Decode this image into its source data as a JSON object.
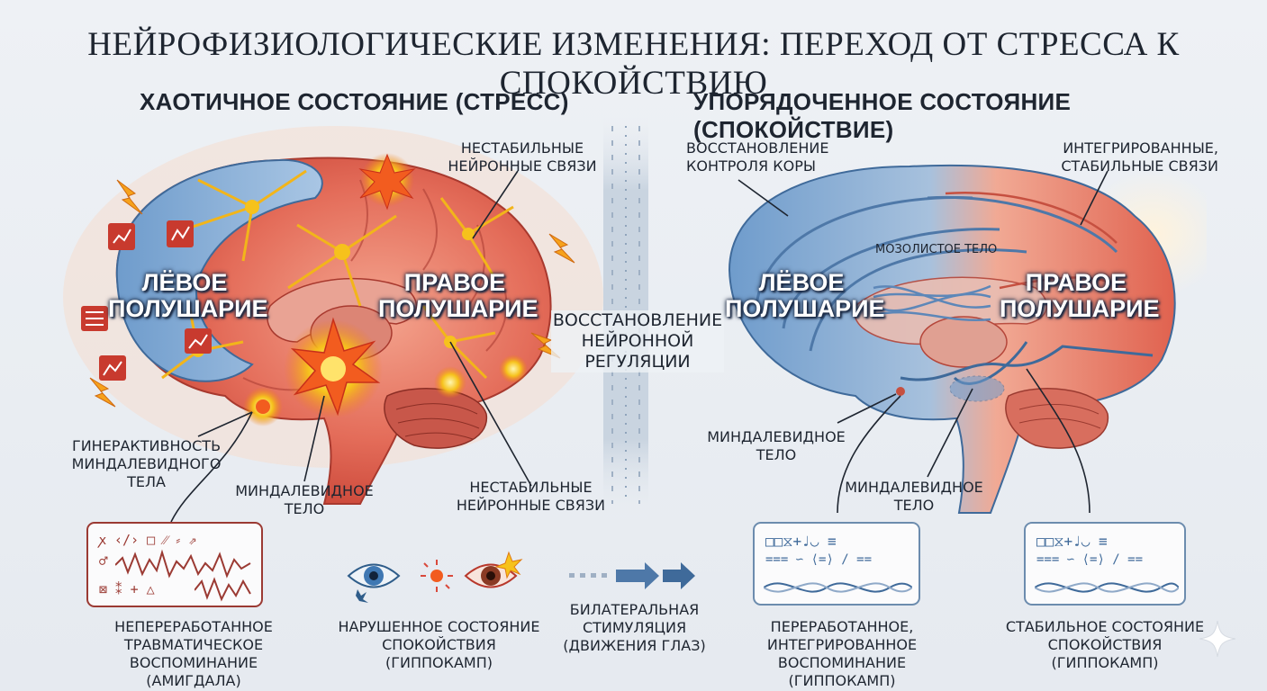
{
  "title": "НЕЙРОФИЗИОЛОГИЧЕСКИЕ ИЗМЕНЕНИЯ: ПЕРЕХОД ОТ СТРЕССА К СПОКОЙСТВИЮ",
  "left": {
    "heading": "ХАОТИЧНОЕ СОСТОЯНИЕ (СТРЕСС)",
    "hemi_left": "ЛЁВОЕ\nПОЛУШАРИЕ",
    "hemi_right": "ПРАВОЕ\nПОЛУШАРИЕ",
    "label_unstable_top": "НЕСТАБИЛЬНЫЕ\nНЕЙРОННЫЕ СВЯЗИ",
    "label_hyperactivity": "ГИНЕРАКТИВНОСТЬ\nМИНДАЛЕВИДНОГО ТЕЛА",
    "label_amygdala": "МИНДАЛЕВИДНОЕ\nТЕЛО",
    "label_unstable_bottom": "НЕСТАБИЛЬНЫЕ\nНЕЙРОННЫЕ СВЯЗИ",
    "memory_glyph_row1": "ꭗ ‹/› □ ⁄⁄ ⸗ ⇗",
    "memory_glyph_row2": "♂",
    "memory_glyph_row3": "⊠ ⁑ + △",
    "caption_memory": "НЕПЕРЕРАБОТАННОЕ\nТРАВМАТИЧЕСКОЕ ВОСПОМИНАНИЕ\n(АМИГДАЛА)",
    "caption_disrupted": "НАРУШЕННОЕ СОСТОЯНИЕ\nСПОКОЙСТВИЯ\n(ГИППОКАМП)"
  },
  "center": {
    "label": "ВОССТАНОВЛЕНИЕ\nНЕЙРОННОЙ\nРЕГУЛЯЦИИ",
    "caption": "БИЛАТЕРАЛЬНАЯ\nСТИМУЛЯЦИЯ\n(ДВИЖЕНИЯ ГЛАЗ)"
  },
  "right": {
    "heading": "УПОРЯДОЧЕННОЕ СОСТОЯНИЕ (СПОКОЙСТВИЕ)",
    "hemi_left": "ЛЁВОЕ\nПОЛУШАРИЕ",
    "hemi_right": "ПРАВОЕ\nПОЛУШАРИЕ",
    "label_cortex": "ВОССТАНОВЛЕНИЕ\nКОНТРОЛЯ КОРЫ",
    "label_integrated": "ИНТЕГРИРОВАННЫЕ,\nСТАБИЛЬНЫЕ СВЯЗИ",
    "label_corpus": "МОЗОЛИСТОЕ ТЕЛО",
    "label_amygdala_1": "МИНДАЛЕВИДНОЕ\nТЕЛО",
    "label_amygdala_2": "МИНДАЛЕВИДНОЕ\nТЕЛО",
    "box_row1": "□□⧖+♩◡ ≡",
    "box_row2": "=== ∽ ⟨=⟩ / ==",
    "caption_processed": "ПЕРЕРАБОТАННОЕ,\nИНТЕГРИРОВАННОЕ ВОСПОМИНАНИЕ\n(ГИППОКАМП)",
    "caption_stable": "СТАБИЛЬНОЕ СОСТОЯНИЕ\nСПОКОЙСТВИЯ\n(ГИППОКАМП)"
  },
  "colors": {
    "stress_red": "#d9493c",
    "calm_blue": "#6f9ccc",
    "flash_yellow": "#f6c21c",
    "box_red": "#9b3a33",
    "box_blue": "#6c8cae"
  }
}
